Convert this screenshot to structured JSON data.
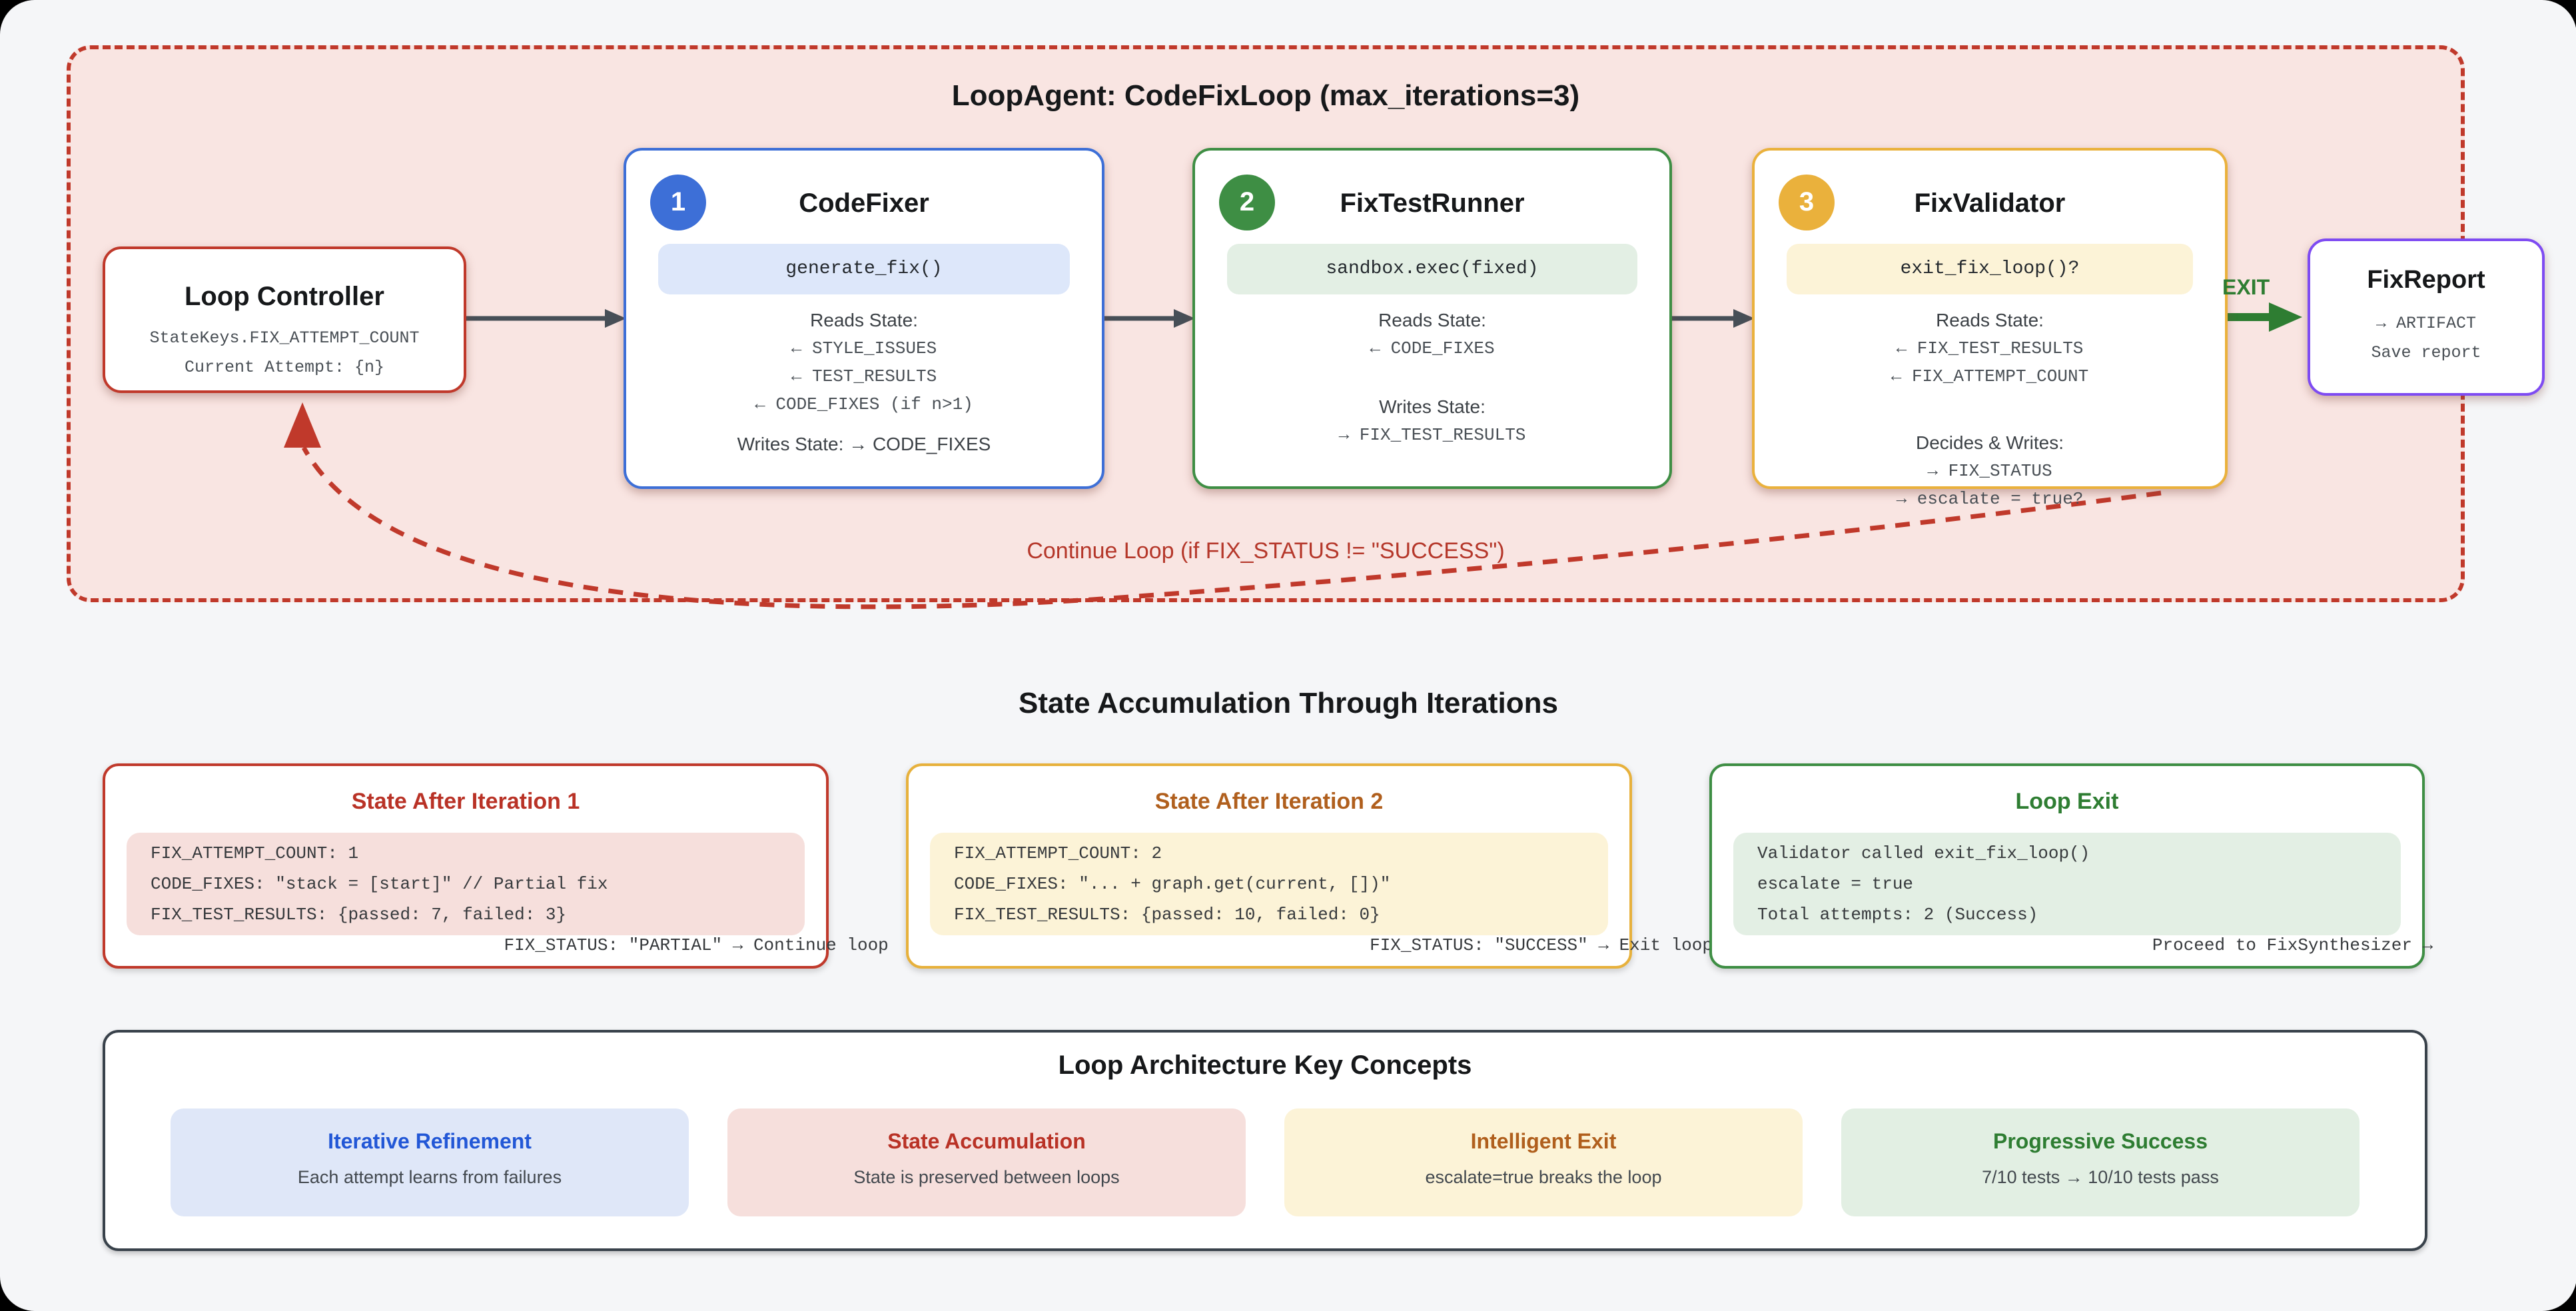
{
  "loop": {
    "title": "LoopAgent: CodeFixLoop (max_iterations=3)",
    "exit_label": "EXIT",
    "continue_label": "Continue Loop (if FIX_STATUS != \"SUCCESS\")",
    "controller": {
      "title": "Loop Controller",
      "line1": "StateKeys.FIX_ATTEMPT_COUNT",
      "line2": "Current Attempt: {n}"
    },
    "agents": [
      {
        "number": "1",
        "title": "CodeFixer",
        "chip": "generate_fix()",
        "reads_label": "Reads State:",
        "reads": [
          "← STYLE_ISSUES",
          "← TEST_RESULTS",
          "← CODE_FIXES (if n>1)"
        ],
        "writes_line": "Writes State: → CODE_FIXES",
        "accent": "#3d6fd7"
      },
      {
        "number": "2",
        "title": "FixTestRunner",
        "chip": "sandbox.exec(fixed)",
        "reads_label": "Reads State:",
        "reads": [
          "← CODE_FIXES"
        ],
        "writes_label": "Writes State:",
        "writes": [
          "→ FIX_TEST_RESULTS"
        ],
        "accent": "#3e8e44"
      },
      {
        "number": "3",
        "title": "FixValidator",
        "chip": "exit_fix_loop()?",
        "reads_label": "Reads State:",
        "reads": [
          "← FIX_TEST_RESULTS",
          "← FIX_ATTEMPT_COUNT"
        ],
        "writes_label": "Decides & Writes:",
        "writes": [
          "→ FIX_STATUS",
          "→ escalate = true?"
        ],
        "accent": "#eab13c"
      }
    ],
    "report": {
      "title": "FixReport",
      "line1": "→ ARTIFACT",
      "line2": "Save report",
      "accent": "#7e4bf2"
    }
  },
  "states": {
    "heading": "State Accumulation Through Iterations",
    "cards": [
      {
        "title": "State After Iteration 1",
        "code": [
          "FIX_ATTEMPT_COUNT: 1",
          "CODE_FIXES: \"stack = [start]\" // Partial fix",
          "FIX_TEST_RESULTS: {passed: 7, failed: 3}",
          "                                  FIX_STATUS: \"PARTIAL\" → Continue loop"
        ]
      },
      {
        "title": "State After Iteration 2",
        "code": [
          "FIX_ATTEMPT_COUNT: 2",
          "CODE_FIXES: \"... + graph.get(current, [])\"",
          "FIX_TEST_RESULTS: {passed: 10, failed: 0}",
          "                                        FIX_STATUS: \"SUCCESS\" → Exit loop"
        ]
      },
      {
        "title": "Loop Exit",
        "code": [
          "Validator called exit_fix_loop()",
          "escalate = true",
          "Total attempts: 2 (Success)",
          "                                      Proceed to FixSynthesizer →"
        ]
      }
    ]
  },
  "concepts": {
    "heading": "Loop Architecture Key Concepts",
    "items": [
      {
        "title": "Iterative Refinement",
        "desc": "Each attempt learns from failures",
        "accent": "#2257d6"
      },
      {
        "title": "State Accumulation",
        "desc": "State is preserved between loops",
        "accent": "#b93226"
      },
      {
        "title": "Intelligent Exit",
        "desc": "escalate=true breaks the loop",
        "accent": "#b05f1d"
      },
      {
        "title": "Progressive Success",
        "desc": "7/10 tests → 10/10 tests pass",
        "accent": "#2e7d32"
      }
    ]
  },
  "colors": {
    "loop_border_red": "#c0392b",
    "loop_fill_pink": "#f9e5e2",
    "arrow_gray": "#474f57",
    "exit_green": "#2e7d32",
    "background": "#f5f6f8"
  }
}
